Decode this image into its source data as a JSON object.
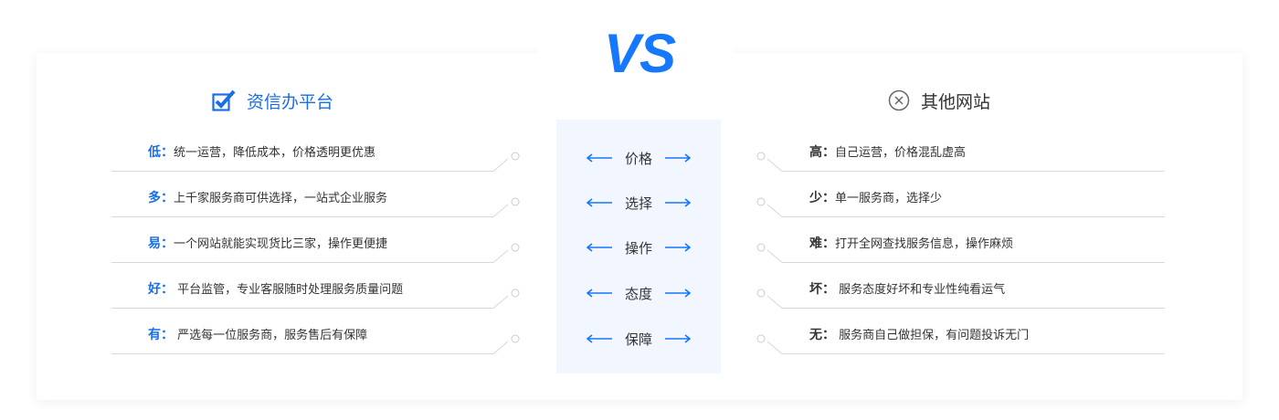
{
  "vs_label": "VS",
  "left_panel": {
    "title": "资信办平台",
    "icon": "checkbox-checked-icon",
    "items": [
      {
        "key": "低：",
        "text": "统一运营，降低成本，价格透明更优惠"
      },
      {
        "key": "多：",
        "text": "上千家服务商可供选择，一站式企业服务"
      },
      {
        "key": "易：",
        "text": "一个网站就能实现货比三家，操作更便捷"
      },
      {
        "key": "好：",
        "text": " 平台监管，专业客服随时处理服务质量问题"
      },
      {
        "key": "有：",
        "text": " 严选每一位服务商，服务售后有保障"
      }
    ]
  },
  "right_panel": {
    "title": "其他网站",
    "icon": "close-circle-icon",
    "items": [
      {
        "key": "高：",
        "text": "自己运营，价格混乱虚高"
      },
      {
        "key": "少：",
        "text": "单一服务商，选择少"
      },
      {
        "key": "难：",
        "text": "打开全网查找服务信息，操作麻烦"
      },
      {
        "key": "坏：",
        "text": " 服务态度好坏和专业性纯看运气"
      },
      {
        "key": "无：",
        "text": " 服务商自己做担保，有问题投诉无门"
      }
    ]
  },
  "comparison_criteria": [
    "价格",
    "选择",
    "操作",
    "态度",
    "保障"
  ],
  "colors": {
    "accent": "#1677ff",
    "text": "#333333",
    "middle_background": "#f2f7ff",
    "divider": "#d8d8d8"
  }
}
